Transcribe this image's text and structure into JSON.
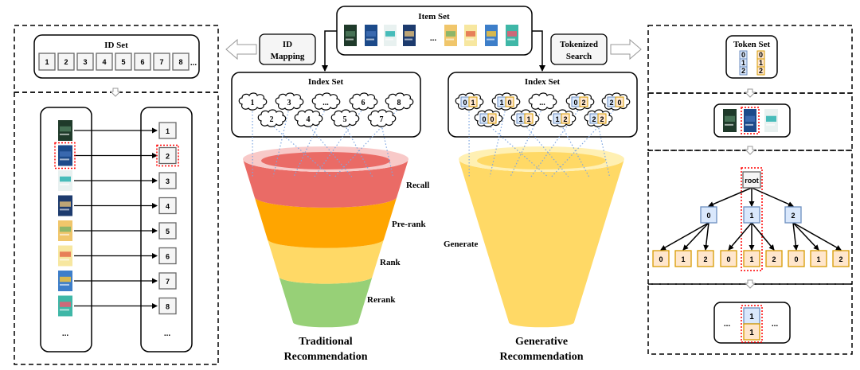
{
  "colors": {
    "recall": "#EA6B66",
    "recall_light": "#F8C9C8",
    "prerank": "#FFA500",
    "rank": "#FFD966",
    "rerank": "#97D077",
    "generate": "#FFD966",
    "generate_light": "#FFF0B3",
    "token_blue_fill": "#DAE8FC",
    "token_blue_stroke": "#6C8EBF",
    "token_orange_fill": "#FFE6CC",
    "token_orange_stroke": "#D79B00",
    "id_box_fill": "#F5F5F5",
    "id_box_stroke": "#666666",
    "highlight": "#FF0000",
    "index_line": "#7EA6E0"
  },
  "item_set": {
    "title": "Item Set",
    "ellipsis": "...",
    "books": [
      {
        "name": "book-dark-green",
        "color": "#1F3A2A",
        "accent": "#4E7B5D"
      },
      {
        "name": "book-blue",
        "color": "#1C4A8A",
        "accent": "#3E6DB4"
      },
      {
        "name": "book-penguins",
        "color": "#E8F1F0",
        "accent": "#2AB3B0"
      },
      {
        "name": "book-navy-statue",
        "color": "#1D3B6E",
        "accent": "#D9B978"
      },
      {
        "name": "book-colorful-rainbow",
        "color": "#F0C66B",
        "accent": "#7DB36A"
      },
      {
        "name": "book-kids-icons",
        "color": "#F7E7A0",
        "accent": "#E46D4B"
      },
      {
        "name": "book-snail",
        "color": "#3D7EC9",
        "accent": "#F2C23A"
      },
      {
        "name": "book-teal-pattern",
        "color": "#3FB7A7",
        "accent": "#E85A71"
      }
    ]
  },
  "id_mapping": {
    "label_line1": "ID",
    "label_line2": "Mapping"
  },
  "tokenized_search": {
    "label_line1": "Tokenized",
    "label_line2": "Search"
  },
  "id_set": {
    "title": "ID Set",
    "ids": [
      "1",
      "2",
      "3",
      "4",
      "5",
      "6",
      "7",
      "8"
    ],
    "ellipsis": "..."
  },
  "id_map_panel": {
    "ids": [
      "1",
      "2",
      "3",
      "4",
      "5",
      "6",
      "7",
      "8"
    ],
    "highlighted_index": 1,
    "ellipsis": "..."
  },
  "traditional": {
    "index_set_title": "Index Set",
    "clouds_top": [
      "1",
      "3",
      "...",
      "6",
      "8"
    ],
    "clouds_bottom": [
      "2",
      "4",
      "5",
      "7"
    ],
    "stages": [
      "Recall",
      "Pre-rank",
      "Rank",
      "Rerank"
    ],
    "caption_line1": "Traditional",
    "caption_line2": "Recommendation"
  },
  "generative": {
    "index_set_title": "Index Set",
    "clouds_top": [
      [
        "0",
        "1"
      ],
      [
        "1",
        "0"
      ],
      [
        "..."
      ],
      [
        "0",
        "2"
      ],
      [
        "2",
        "0"
      ]
    ],
    "clouds_bottom": [
      [
        "0",
        "0"
      ],
      [
        "1",
        "1"
      ],
      [
        "1",
        "2"
      ],
      [
        "2",
        "2"
      ]
    ],
    "stage": "Generate",
    "caption_line1": "Generative",
    "caption_line2": "Recommendation"
  },
  "token_set": {
    "title": "Token Set",
    "blue_tokens": [
      "0",
      "1",
      "2"
    ],
    "orange_tokens": [
      "0",
      "1",
      "2"
    ]
  },
  "tree": {
    "root": "root",
    "level1": [
      "0",
      "1",
      "2"
    ],
    "level2": [
      "0",
      "1",
      "2",
      "0",
      "1",
      "2",
      "0",
      "1",
      "2"
    ],
    "highlighted_path": [
      "root",
      "1",
      "1"
    ]
  },
  "result": {
    "ellipsis_left": "...",
    "ellipsis_right": "...",
    "blue_token": "1",
    "orange_token": "1"
  }
}
